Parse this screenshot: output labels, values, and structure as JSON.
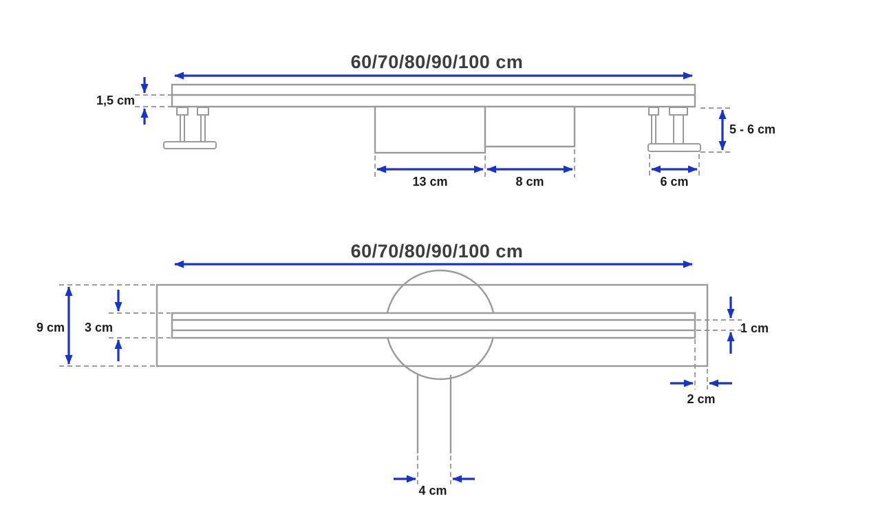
{
  "colors": {
    "dimension_blue": "#1634cd",
    "label_text": "#1c1c1c",
    "title_text": "#3d3d3d",
    "outline_gray": "#9a9a9a",
    "background": "#ffffff"
  },
  "side_view": {
    "length": "60/70/80/90/100 cm",
    "plate_thickness": "1,5 cm",
    "trap_body_width": "13 cm",
    "trap_outlet_width": "8 cm",
    "foot_base_width": "6 cm",
    "foot_height_range": "5 - 6 cm"
  },
  "plan_view": {
    "length": "60/70/80/90/100 cm",
    "flange_width": "9 cm",
    "channel_width": "3 cm",
    "slot_width": "1 cm",
    "edge_margin": "2 cm",
    "outlet_diameter": "4 cm"
  }
}
